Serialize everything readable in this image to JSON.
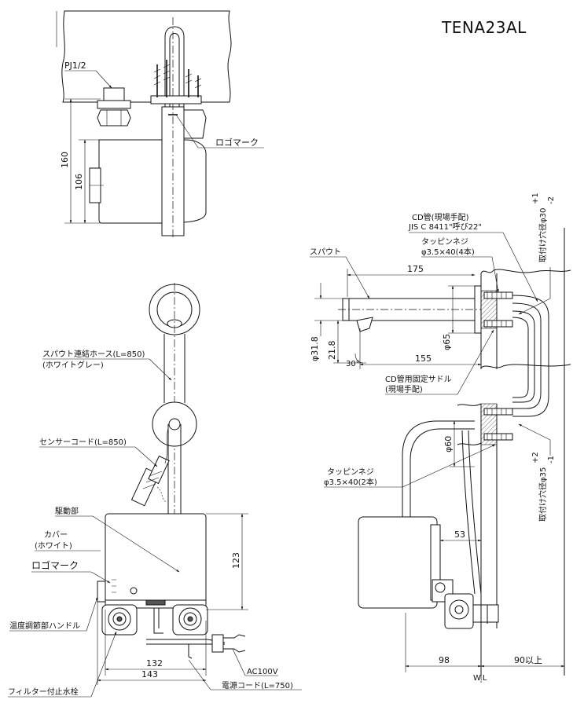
{
  "model": "TENA23AL",
  "top_view": {
    "pipe_label": "PJ1/2",
    "logo_label": "ロゴマーク",
    "dim_160": "160",
    "dim_106": "106"
  },
  "front_view": {
    "hose_label": "スパウト連結ホース(L=850)",
    "hose_color": "(ホワイトグレー)",
    "sensor_cord": "センサーコード(L=850)",
    "drive_unit": "駆動部",
    "cover_label": "カバー",
    "cover_color": "(ホワイト)",
    "logo_label": "ロゴマーク",
    "temp_handle": "温度調節部ハンドル",
    "filter_valve": "フィルター付止水栓",
    "power_cord": "電源コード(L=750)",
    "power_label": "AC100V",
    "dim_123": "123",
    "dim_132": "132",
    "dim_143": "143"
  },
  "side_view": {
    "spout_label": "スパウト",
    "cd_pipe_1": "CD管(現場手配)",
    "cd_pipe_2": "JIS C 8411\"呼び22\"",
    "tap_screw_1": "タッピンネジ",
    "tap_screw_1_spec": "φ3.5×40(4本)",
    "saddle_1": "CD管用固定サドル",
    "saddle_2": "(現場手配)",
    "tap_screw_2": "タッピンネジ",
    "tap_screw_2_spec": "φ3.5×40(2本)",
    "hole_upper": "取付け穴径φ30",
    "hole_upper_tol_plus": "+1",
    "hole_upper_tol_minus": "-2",
    "hole_lower": "取付け穴径φ35",
    "hole_lower_tol_plus": "+2",
    "hole_lower_tol_minus": "-1",
    "dim_175": "175",
    "dim_155": "155",
    "dim_65": "φ65",
    "dim_31_8": "φ31.8",
    "dim_21_8": "21.8",
    "dim_30deg": "30°",
    "dim_60": "φ60",
    "dim_53": "53",
    "dim_98": "98",
    "dim_90": "90以上",
    "wl_label": "W.L"
  }
}
